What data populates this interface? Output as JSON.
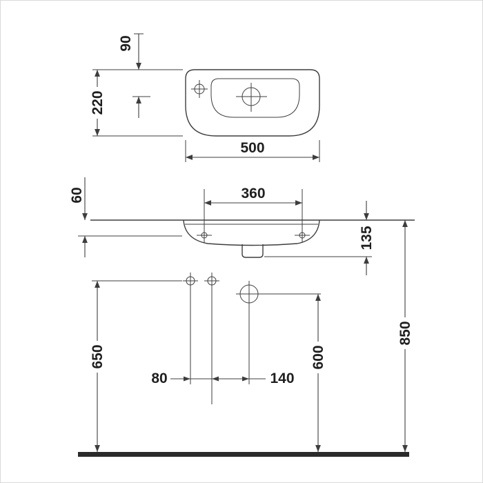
{
  "drawing": {
    "type": "technical-dimension-drawing",
    "subject": "wall-mounted handrinse washbasin, plan view and front elevation",
    "top_view": {
      "width": "500",
      "depth": "220",
      "drain_offset": "90"
    },
    "front_view": {
      "fixing_hole_spacing": "360",
      "rim_to_fixing_holes": "60",
      "body_height": "135",
      "supply_spacing": "80",
      "supply_to_waste": "140",
      "supply_height": "650",
      "waste_height": "600",
      "rim_height": "850"
    }
  },
  "colors": {
    "line": "#3d3d3d",
    "text": "#1f1f1f",
    "floor": "#2b2b2b",
    "background": "#ffffff",
    "frame": "#d9d9d9"
  }
}
